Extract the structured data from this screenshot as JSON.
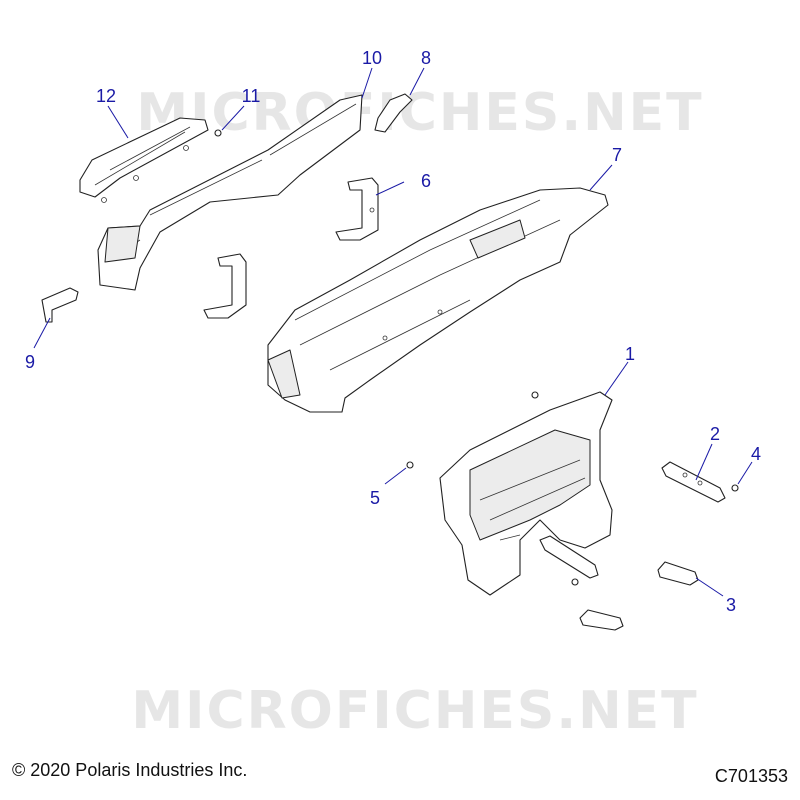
{
  "watermarks": [
    "MICROFICHES.NET",
    "MICROFICHES.NET"
  ],
  "callouts": {
    "c1": "1",
    "c2": "2",
    "c3": "3",
    "c4": "4",
    "c5": "5",
    "c6": "6",
    "c7": "7",
    "c8": "8",
    "c9": "9",
    "c10": "10",
    "c11": "11",
    "c12": "12"
  },
  "footer": {
    "copyright": "© 2020 Polaris Industries Inc.",
    "diagram_id": "C701353"
  },
  "colors": {
    "callout": "#1a1aa6",
    "watermark": "#e6e6e6"
  }
}
